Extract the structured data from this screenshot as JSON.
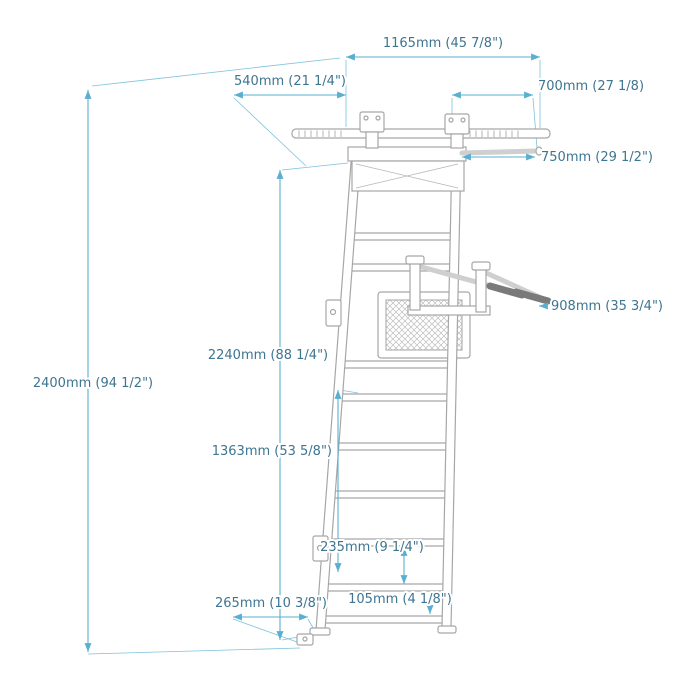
{
  "drawing": {
    "colors": {
      "line_art": "#a6a6a6",
      "dimension_line": "#5aafd0",
      "dimension_text": "#3e7590",
      "background": "#ffffff"
    }
  },
  "dimensions": {
    "top_width": "1165mm (45 7/8\")",
    "top_left_depth": "540mm (21 1/4\")",
    "top_right_width": "700mm (27 1/8)",
    "bar_right_extension": "750mm (29 1/2\")",
    "dip_bar_depth": "908mm (35 3/4\")",
    "wall_bar_height": "2240mm (88 1/4\")",
    "total_height": "2400mm (94 1/2\")",
    "dip_mount_height": "1363mm (53 5/8\")",
    "rung_spacing": "235mm (9 1/4\")",
    "bottom_bracket_depth": "265mm (10 3/8\")",
    "bottom_rung_offset": "105mm (4 1/8\")"
  }
}
